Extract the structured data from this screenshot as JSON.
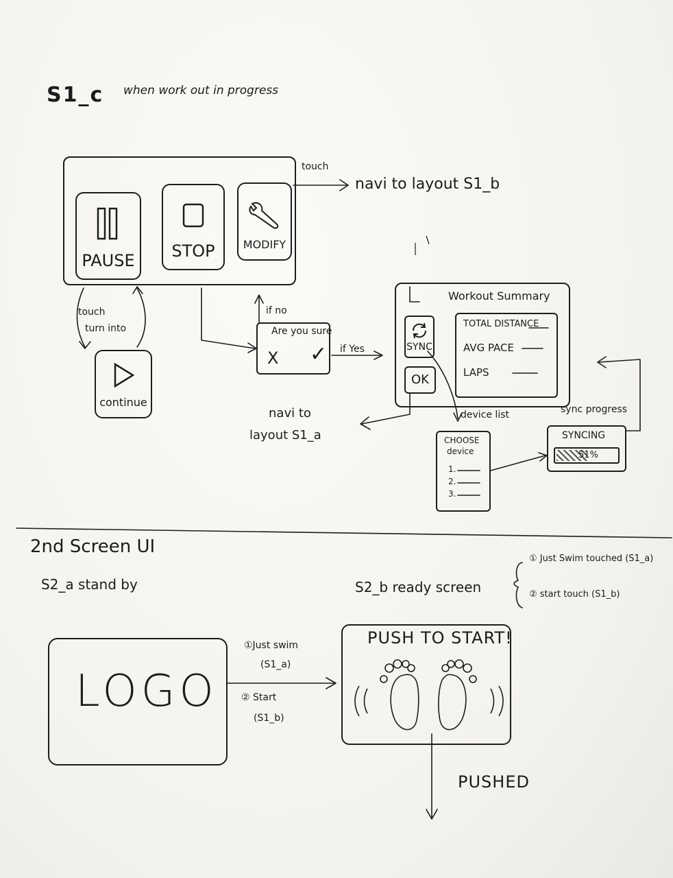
{
  "s1c": {
    "id": "S1_c",
    "caption": "when work out in progress",
    "buttons": {
      "pause": "PAUSE",
      "stop": "STOP",
      "modify": "MODIFY"
    },
    "touch_label": "touch",
    "navi_s1b": "navi to layout S1_b",
    "turn_label_line1": "touch",
    "turn_label_line2": "turn into",
    "continue": "continue",
    "confirm": {
      "if_no": "if no",
      "question": "Are you sure",
      "no_mark": "X",
      "yes_mark": "✓",
      "if_yes": "if Yes"
    },
    "navi_s1a_line1": "navi to",
    "navi_s1a_line2": "layout S1_a",
    "summary": {
      "title": "Workout Summary",
      "sync": "SYNC",
      "ok": "OK",
      "fields": [
        "TOTAL DISTANCE",
        "AVG PACE",
        "LAPS"
      ]
    },
    "device_list_label": "device list",
    "choose_device_line1": "CHOOSE",
    "choose_device_line2": "device",
    "device_items": [
      "1.",
      "2.",
      "3."
    ],
    "sync_progress_label": "sync progress",
    "syncing": "SYNCING",
    "sync_percent": "51%",
    "sync_fraction": 0.51
  },
  "section2": {
    "title": "2nd Screen UI",
    "s2a_label": "S2_a  stand by",
    "logo": "LOGO",
    "s2b_label": "S2_b  ready screen",
    "ready_notes": [
      "① Just Swim touched (S1_a)",
      "② start touch (S1_b)"
    ],
    "arrow_note_1": "①Just swim",
    "arrow_note_1b": "(S1_a)",
    "arrow_note_2": "② Start",
    "arrow_note_2b": "(S1_b)",
    "push_to_start": "PUSH TO START!",
    "pushed": "PUSHED"
  }
}
